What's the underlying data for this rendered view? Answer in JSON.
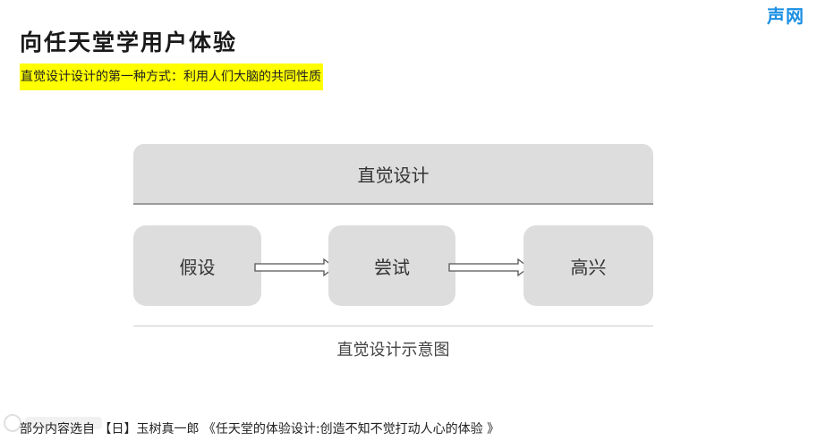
{
  "brand": {
    "logo_text": "声网"
  },
  "header": {
    "title": "向任天堂学用户体验",
    "subtitle": "直觉设计设计的第一种方式：利用人们大脑的共同性质"
  },
  "diagram": {
    "top_label": "直觉设计",
    "steps": [
      "假设",
      "尝试",
      "高兴"
    ],
    "caption": "直觉设计示意图"
  },
  "footer": {
    "text": "部分内容选自 【日】玉树真一郎 《任天堂的体验设计:创造不知不觉打动人心的体验 》"
  },
  "colors": {
    "highlight": "#ffff00",
    "logo": "#1a8fe3",
    "box_fill": "#dddddd"
  }
}
